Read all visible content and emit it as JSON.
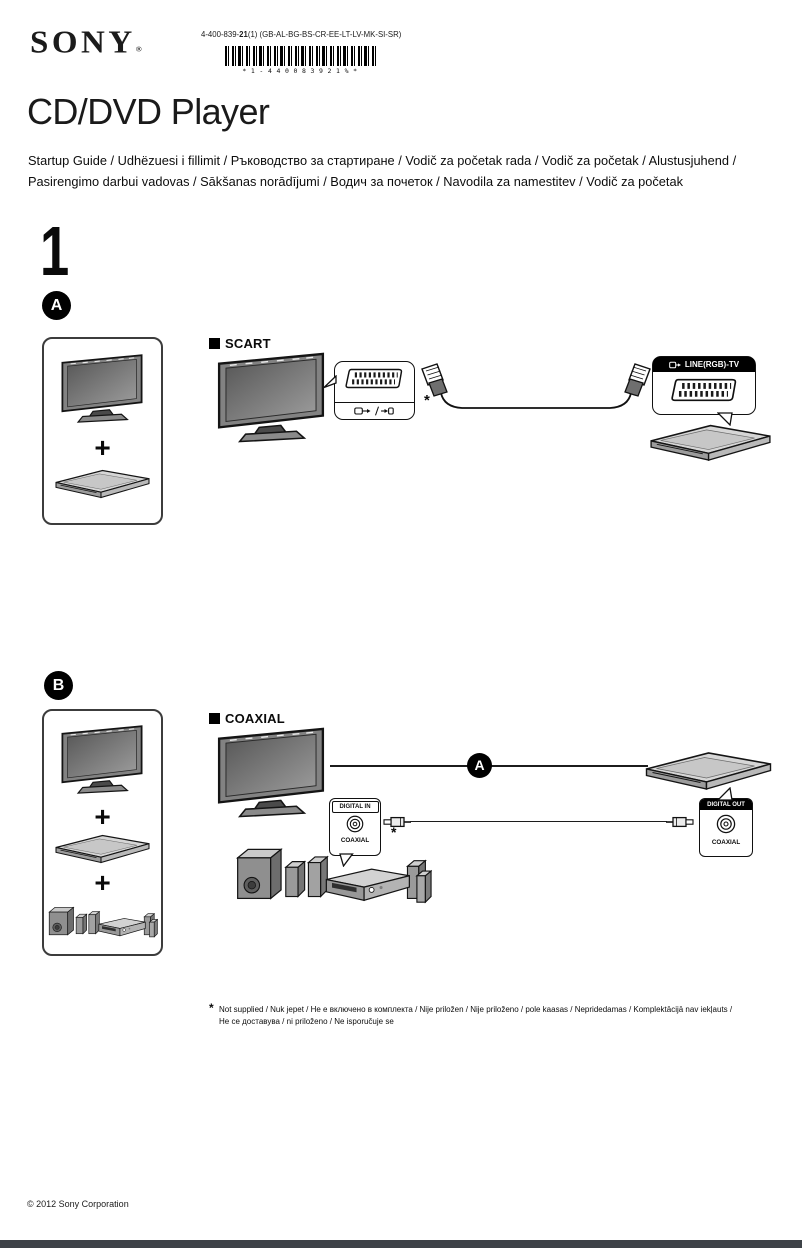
{
  "document": {
    "header": {
      "logo": "SONY",
      "registered_mark": "®",
      "doc_number_prefix": "4-400-839-",
      "doc_number_bold": "21",
      "doc_number_suffix": "(1) (GB-AL-BG-BS-CR-EE-LT-LV-MK-SI-SR)",
      "barcode_text": "*1-440083921%*"
    },
    "title": "CD/DVD Player",
    "subtitle_line1": "Startup Guide / Udhëzuesi i fillimit / Ръководство за стартиране / Vodič za početak rada / Vodič za početak / Alustusjuhend /",
    "subtitle_line2": "Pasirengimo darbui vadovas / Sākšanas norādījumi / Водич за почеток / Navodila za namestitev / Vodič za početak",
    "step_number": "1",
    "plus": "+",
    "section_a": {
      "badge": "A",
      "heading": "SCART",
      "asterisk": "*",
      "line_label": "LINE(RGB)-TV"
    },
    "section_b": {
      "badge": "B",
      "heading": "COAXIAL",
      "cable_badge": "A",
      "asterisk": "*",
      "digital_in_title": "DIGITAL IN",
      "digital_in_jack_label": "COAXIAL",
      "digital_out_title": "DIGITAL OUT",
      "digital_out_jack_label": "COAXIAL"
    },
    "footnote": {
      "marker": "*",
      "line1": "Not supplied / Nuk jepet / Не е включено в комплекта / Nije priložen / Nije priloženo / pole kaasas / Nepridedamas / Komplektācijā nav iekļauts /",
      "line2": "Не се доставува / ni priloženo / Ne isporučuje se"
    },
    "copyright": "© 2012 Sony Corporation"
  }
}
